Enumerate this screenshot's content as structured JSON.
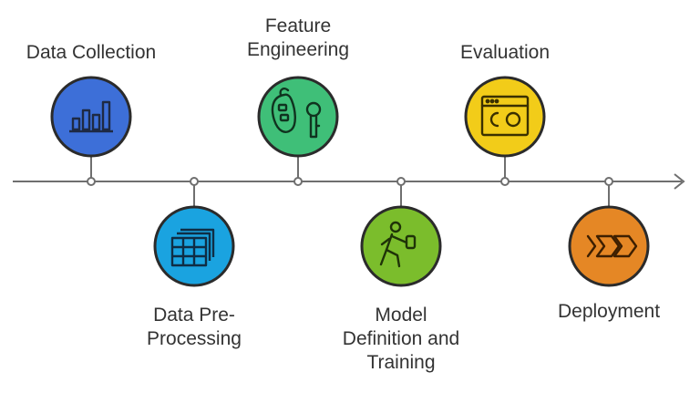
{
  "timeline": {
    "line_color": "#6f6f6f",
    "steps": [
      {
        "id": "data-collection",
        "label_lines": [
          "Data Collection"
        ],
        "icon": "bar-chart-icon",
        "color": "#3d6fd8",
        "position": "above"
      },
      {
        "id": "data-pre-processing",
        "label_lines": [
          "Data Pre-",
          "Processing"
        ],
        "icon": "table-stack-icon",
        "color": "#1aa3e0",
        "position": "below"
      },
      {
        "id": "feature-engineering",
        "label_lines": [
          "Feature",
          "Engineering"
        ],
        "icon": "key-fob-icon",
        "color": "#3fbf78",
        "position": "above"
      },
      {
        "id": "model-definition-training",
        "label_lines": [
          "Model",
          "Definition and",
          "Training"
        ],
        "icon": "exercise-icon",
        "color": "#7bbd2c",
        "position": "below"
      },
      {
        "id": "evaluation",
        "label_lines": [
          "Evaluation"
        ],
        "icon": "browser-window-icon",
        "color": "#f2cc19",
        "position": "above"
      },
      {
        "id": "deployment",
        "label_lines": [
          "Deployment"
        ],
        "icon": "fast-forward-icon",
        "color": "#e58725",
        "position": "below"
      }
    ]
  }
}
